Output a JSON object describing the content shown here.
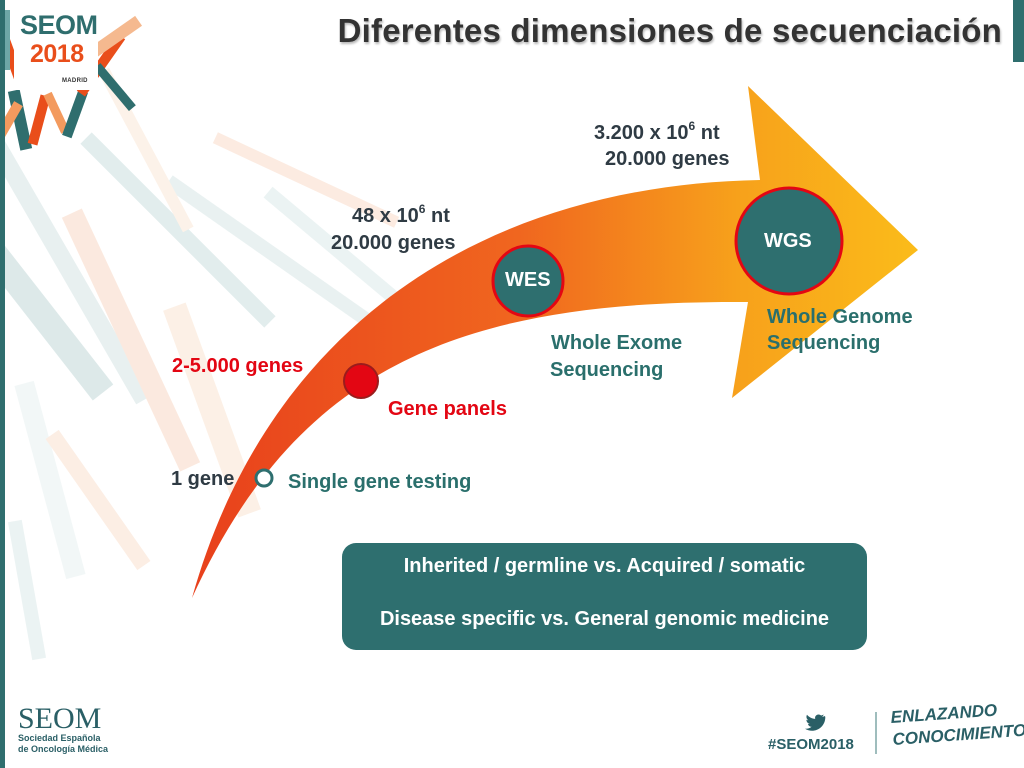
{
  "slide": {
    "title": "Diferentes dimensiones de secuenciación"
  },
  "header_logo": {
    "brand": "SEOM",
    "year": "2018",
    "city": "MADRID"
  },
  "stages": [
    {
      "key": "single",
      "left_label": "1 gene",
      "right_label": "Single gene testing"
    },
    {
      "key": "panels",
      "left_label": "2-5.000 genes",
      "right_label": "Gene panels"
    },
    {
      "key": "wes",
      "circle_label": "WES",
      "size_base": "48 x 10",
      "size_exp": "6",
      "size_unit": " nt",
      "genes": "20.000 genes",
      "name_line1": "Whole Exome",
      "name_line2": "Sequencing"
    },
    {
      "key": "wgs",
      "circle_label": "WGS",
      "size_base": "3.200 x 10",
      "size_exp": "6",
      "size_unit": " nt",
      "genes": "20.000 genes",
      "name_line1": "Whole Genome",
      "name_line2": "Sequencing"
    }
  ],
  "info_box": {
    "line1": "Inherited / germline vs. Acquired / somatic",
    "line2": "Disease specific vs. General genomic medicine"
  },
  "footer": {
    "org": "SEOM",
    "org_sub1": "Sociedad Española",
    "org_sub2": "de Oncología Médica",
    "hashtag": "#SEOM2018",
    "slogan1": "ENLAZANDO",
    "slogan2": "CONOCIMIENTO"
  },
  "colors": {
    "teal": "#2e6f6f",
    "red": "#e30613",
    "arrow_start": "#e8401c",
    "arrow_end": "#fbbc1a"
  },
  "icons": {
    "twitter": "twitter-bird-icon"
  }
}
